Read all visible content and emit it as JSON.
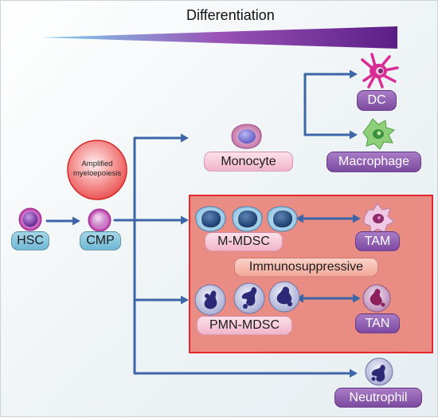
{
  "title": "Differentiation",
  "amplified": {
    "line1": "Amplified",
    "line2": "myeloepoiesis"
  },
  "labels": {
    "hsc": "HSC",
    "cmp": "CMP",
    "monocyte": "Monocyte",
    "dc": "DC",
    "macrophage": "Macrophage",
    "mmdsc": "M-MDSC",
    "tam": "TAM",
    "immunosuppressive": "Immunosuppressive",
    "pmnmdsc": "PMN-MDSC",
    "tan": "TAN",
    "neutrophil": "Neutrophil"
  },
  "icons": {
    "gradient_bar": "differentiation-gradient",
    "hsc": "stem-cell-icon",
    "cmp": "progenitor-cell-icon",
    "monocyte": "monocyte-cell-icon",
    "dc": "dendritic-cell-icon",
    "macrophage": "macrophage-cell-icon",
    "mmdsc": "m-mdsc-cell-icon",
    "tam": "tam-cell-icon",
    "pmnmdsc": "pmn-mdsc-cell-icon",
    "tan": "tan-cell-icon",
    "neutrophil": "neutrophil-cell-icon"
  },
  "colors": {
    "arrow": "#3d66a8",
    "gradient_start": "#7fd6f0",
    "gradient_mid": "#9a52b6",
    "gradient_end": "#5a1f87",
    "tme_box_fill": "#e98c83",
    "tme_box_border": "#e5282c",
    "amplified_fill": "#ee5858"
  }
}
